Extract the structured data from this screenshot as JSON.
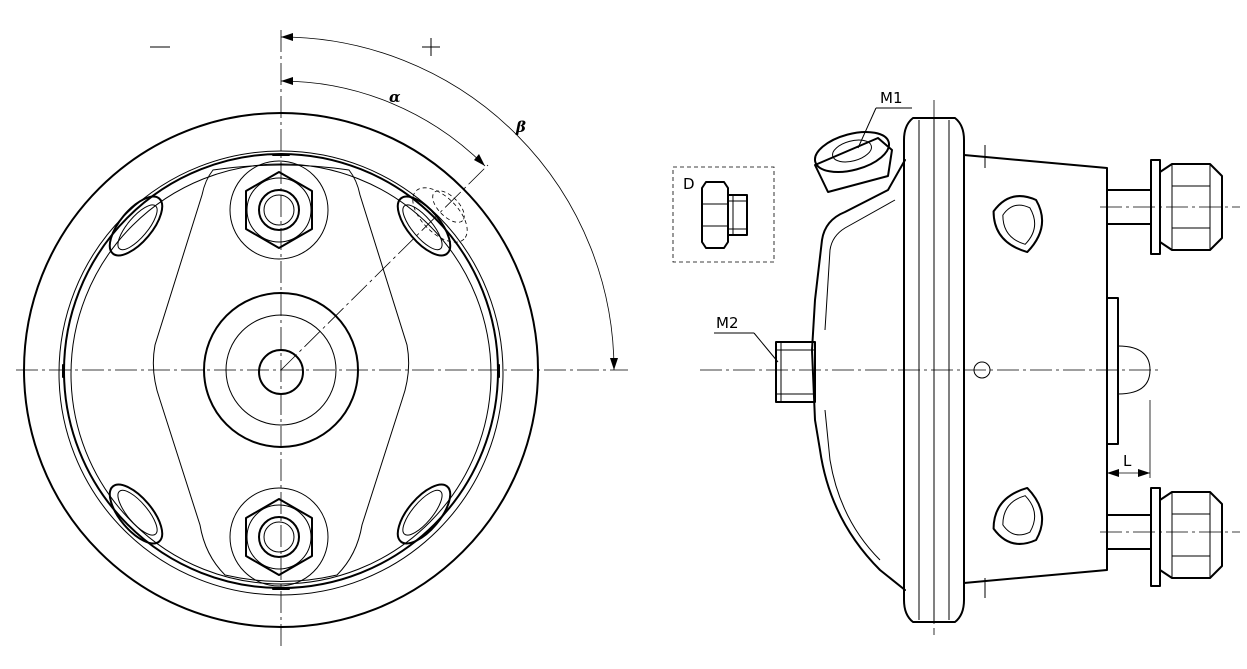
{
  "labels": {
    "minus": "−",
    "plus": "+",
    "alpha": "α",
    "beta": "β",
    "m1": "M1",
    "m2": "M2",
    "detail": "D",
    "length": "L"
  }
}
